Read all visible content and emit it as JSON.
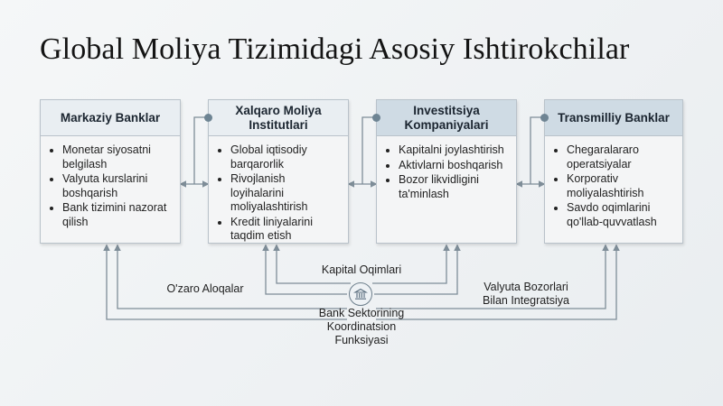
{
  "title": "Global Moliya Tizimidagi Asosiy Ishtirokchilar",
  "cards": [
    {
      "title_lines": [
        "Markaziy Banklar"
      ],
      "items": [
        "Monetar siyosatni belgilash",
        "Valyuta kurslarini boshqarish",
        "Bank tizimini nazorat qilish"
      ]
    },
    {
      "title_lines": [
        "Xalqaro Moliya",
        "Institutlari"
      ],
      "items": [
        "Global iqtisodiy barqarorlik",
        "Rivojlanish loyihalarini moliyalashtirish",
        "Kredit liniyalarini taqdim etish"
      ]
    },
    {
      "title_lines": [
        "Investitsiya",
        "Kompaniyalari"
      ],
      "items": [
        "Kapitalni joylashtirish",
        "Aktivlarni boshqarish",
        "Bozor likvidligini ta'minlash"
      ]
    },
    {
      "title_lines": [
        "Transmilliy Banklar"
      ],
      "items": [
        "Chegaralararo operatsiyalar",
        "Korporativ moliyalashtirish",
        "Savdo oqimlarini qo'llab-quvvatlash"
      ]
    }
  ],
  "flow_labels": {
    "capital": "Kapital Oqimlari",
    "mutual": "O'zaro Aloqalar",
    "fx": [
      "Valyuta Bozorlari",
      "Bilan Integratsiya"
    ],
    "hub": [
      "Bank Sektorining",
      "Koordinatsion",
      "Funksiyasi"
    ]
  },
  "icons": {
    "hub": "bank-icon"
  },
  "colors": {
    "header_dark": "#cfdbe4",
    "header_light": "#e9eef2",
    "connector": "#7e8d98",
    "dot": "#6e8493"
  }
}
